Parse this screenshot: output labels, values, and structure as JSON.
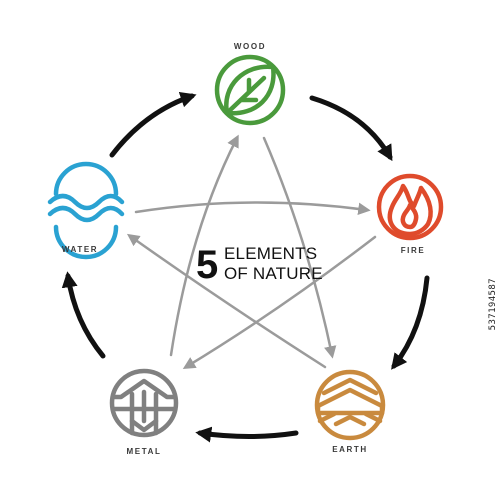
{
  "center_title": {
    "number": "5",
    "line1": "ELEMENTS",
    "line2": "OF NATURE"
  },
  "elements": {
    "wood": {
      "label": "WOOD",
      "color": "#4a9a3c",
      "icon": "leaf-icon"
    },
    "fire": {
      "label": "FIRE",
      "color": "#df4b2c",
      "icon": "flame-icon"
    },
    "earth": {
      "label": "EARTH",
      "color": "#c98a3e",
      "icon": "mountain-layers-icon"
    },
    "metal": {
      "label": "METAL",
      "color": "#808080",
      "icon": "metal-arrow-icon"
    },
    "water": {
      "label": "WATER",
      "color": "#2aa2d2",
      "icon": "waves-icon"
    }
  },
  "cycle_colors": {
    "generating": "#111111",
    "controlling": "#9b9b9b"
  },
  "stock_id": "537194587"
}
